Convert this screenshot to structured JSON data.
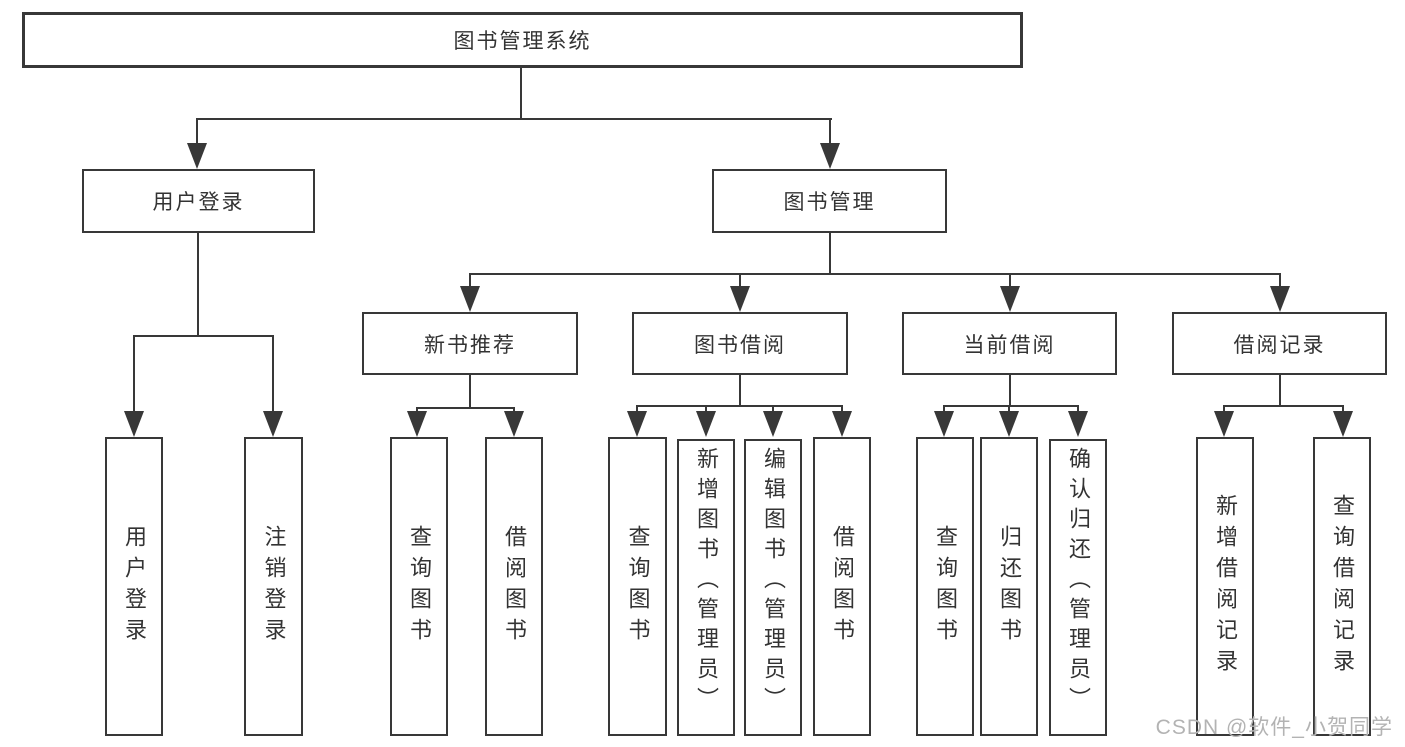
{
  "diagram": {
    "type": "hierarchy-tree",
    "root": {
      "label": "图书管理系统"
    },
    "level2": {
      "user_login": {
        "label": "用户登录"
      },
      "book_mgmt": {
        "label": "图书管理"
      }
    },
    "level3": {
      "new_books": {
        "label": "新书推荐"
      },
      "book_borrow": {
        "label": "图书借阅"
      },
      "current_borrow": {
        "label": "当前借阅"
      },
      "borrow_records": {
        "label": "借阅记录"
      }
    },
    "leaves": {
      "user_login_leaf": {
        "label": "用户登录",
        "parent": "用户登录"
      },
      "logout_leaf": {
        "label": "注销登录",
        "parent": "用户登录"
      },
      "nb_query": {
        "label": "查询图书",
        "parent": "新书推荐"
      },
      "nb_borrow": {
        "label": "借阅图书",
        "parent": "新书推荐"
      },
      "bb_query": {
        "label": "查询图书",
        "parent": "图书借阅"
      },
      "bb_add": {
        "label": "新增图书（管理员）",
        "parent": "图书借阅"
      },
      "bb_edit": {
        "label": "编辑图书（管理员）",
        "parent": "图书借阅"
      },
      "bb_borrow": {
        "label": "借阅图书",
        "parent": "图书借阅"
      },
      "cb_query": {
        "label": "查询图书",
        "parent": "当前借阅"
      },
      "cb_return": {
        "label": "归还图书",
        "parent": "当前借阅"
      },
      "cb_confirm": {
        "label": "确认归还（管理员）",
        "parent": "当前借阅"
      },
      "br_add": {
        "label": "新增借阅记录",
        "parent": "借阅记录"
      },
      "br_query": {
        "label": "查询借阅记录",
        "parent": "借阅记录"
      }
    },
    "watermark": "CSDN @软件_小贺同学",
    "colors": {
      "line": "#383838",
      "text": "#333333",
      "watermark": "#b3b3b3",
      "background": "#ffffff"
    }
  }
}
